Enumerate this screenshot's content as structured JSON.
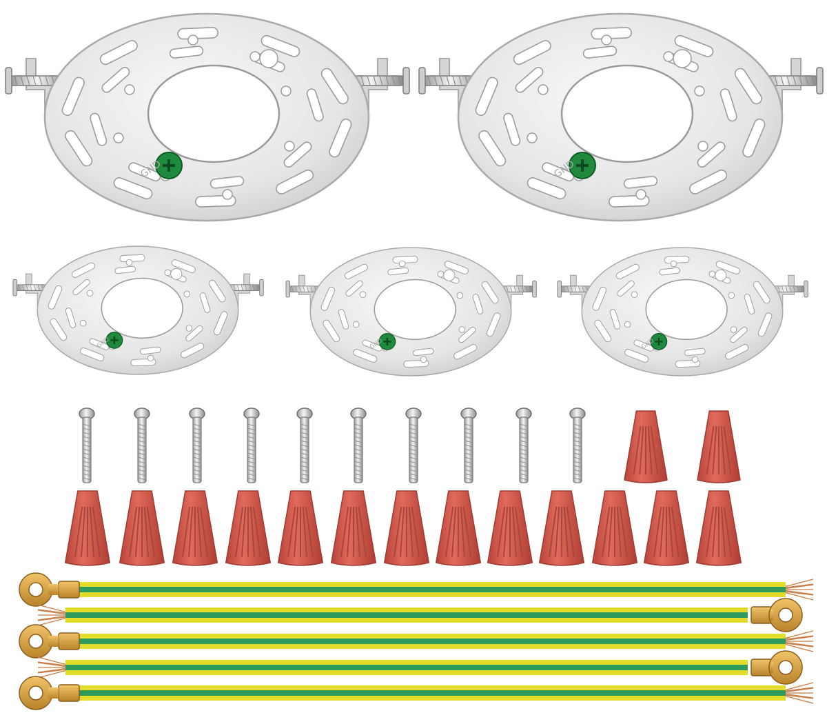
{
  "image": {
    "background": "#ffffff",
    "plate_engraving": "GND",
    "items": {
      "large_mounting_plates": 2,
      "small_mounting_plates": 3,
      "machine_screws": 10,
      "wire_nuts": 15,
      "ground_wires": 5
    },
    "colors": {
      "metal": "#ececec",
      "metal_edge": "#a9a9a9",
      "ground_screw": "#1f8a3d",
      "wire_nut": "#d85b4d",
      "wire_yellow": "#e3dc2a",
      "wire_green": "#2e9a5b",
      "terminal_brass": "#d9a13c",
      "copper_strands": "#c87a45"
    },
    "icons": [
      "mounting-plate",
      "machine-screw",
      "wire-nut",
      "ground-wire"
    ]
  }
}
